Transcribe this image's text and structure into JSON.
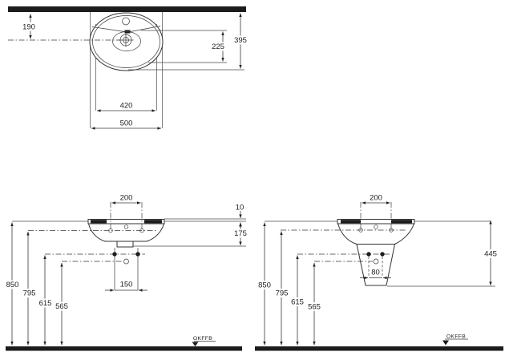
{
  "floor_label": "OKFFB",
  "colors": {
    "line": "#3a3a3a",
    "heavy": "#1c1c1c",
    "text": "#222222"
  },
  "top_view": {
    "d190": "190",
    "d395": "395",
    "d225": "225",
    "d420": "420",
    "d500": "500"
  },
  "front_view": {
    "d200": "200",
    "d10": "10",
    "d175": "175",
    "d850": "850",
    "d795": "795",
    "d615": "615",
    "d565": "565",
    "d150": "150"
  },
  "side_view": {
    "d200": "200",
    "d445": "445",
    "d850": "850",
    "d795": "795",
    "d615": "615",
    "d565": "565",
    "d80": "80"
  }
}
